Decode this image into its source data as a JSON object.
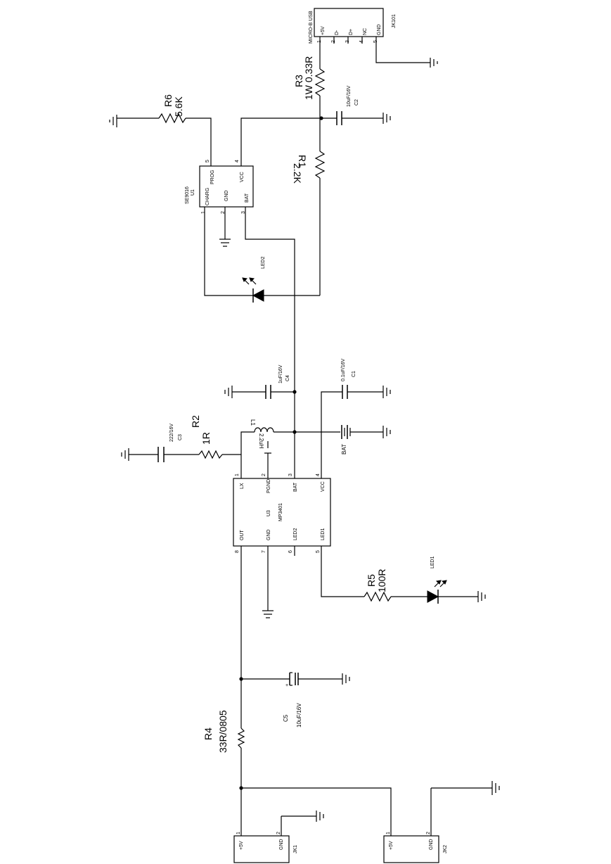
{
  "components": {
    "jk101": {
      "ref": "JK101",
      "type": "MICRO-B USB",
      "pins": [
        {
          "num": "1",
          "name": "+5V"
        },
        {
          "num": "2",
          "name": "D-"
        },
        {
          "num": "3",
          "name": "D+"
        },
        {
          "num": "4",
          "name": "NC"
        },
        {
          "num": "5",
          "name": "GND"
        }
      ]
    },
    "r3": {
      "ref": "R3",
      "value": "1W 0.33R"
    },
    "c2": {
      "ref": "C2",
      "value": "10uF/16V"
    },
    "r1": {
      "ref": "R1",
      "value": "2.2K"
    },
    "r6": {
      "ref": "R6",
      "value": "5.6K"
    },
    "u1": {
      "ref": "U1",
      "part": "SE9016",
      "pins": [
        {
          "num": "1",
          "name": "CHARG"
        },
        {
          "num": "2",
          "name": "GND"
        },
        {
          "num": "3",
          "name": "BAT"
        },
        {
          "num": "4",
          "name": "VCC"
        },
        {
          "num": "5",
          "name": "PROG"
        }
      ]
    },
    "led2": {
      "ref": "LED2"
    },
    "c4": {
      "ref": "C4",
      "value": "1uF/16V"
    },
    "c1": {
      "ref": "C1",
      "value": "0.1uF/16V"
    },
    "l1": {
      "ref": "L1",
      "value": "2.2uH"
    },
    "bat": {
      "ref": "BAT"
    },
    "r2": {
      "ref": "R2",
      "value": "1R"
    },
    "c3": {
      "ref": "C3",
      "value": "222/16V"
    },
    "u3": {
      "ref": "U3",
      "part": "MP3401",
      "pins": [
        {
          "num": "1",
          "name": "LX"
        },
        {
          "num": "2",
          "name": "PGND"
        },
        {
          "num": "3",
          "name": "BAT"
        },
        {
          "num": "4",
          "name": "VCC"
        },
        {
          "num": "5",
          "name": "LED1"
        },
        {
          "num": "6",
          "name": "LED2"
        },
        {
          "num": "7",
          "name": "GND"
        },
        {
          "num": "8",
          "name": "OUT"
        }
      ]
    },
    "r5": {
      "ref": "R5",
      "value": "100R"
    },
    "led1": {
      "ref": "LED1"
    },
    "c5": {
      "ref": "C5",
      "value": "10uF/16V"
    },
    "r4": {
      "ref": "R4",
      "value": "33R/0805"
    },
    "jk1": {
      "ref": "JK1",
      "pins": [
        {
          "num": "1",
          "name": "+5V"
        },
        {
          "num": "2",
          "name": "GND"
        }
      ]
    },
    "jk2": {
      "ref": "JK2",
      "pins": [
        {
          "num": "1",
          "name": "+5V"
        },
        {
          "num": "2",
          "name": "GND"
        }
      ]
    }
  }
}
